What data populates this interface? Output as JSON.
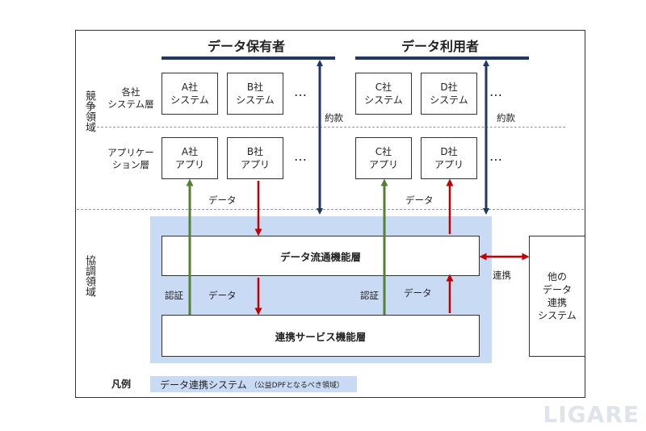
{
  "headings": {
    "holders": "データ保有者",
    "users": "データ利用者"
  },
  "domains": {
    "competitive": "競争領域",
    "cooperative": "協調領域"
  },
  "layers": {
    "system_layer": "各社\nシステム層",
    "app_layer": "アプリケー\nション層"
  },
  "systems": {
    "a": "A社\nシステム",
    "b": "B社\nシステム",
    "c": "C社\nシステム",
    "d": "D社\nシステム"
  },
  "apps": {
    "a": "A社\nアプリ",
    "b": "B社\nアプリ",
    "c": "C社\nアプリ",
    "d": "D社\nアプリ"
  },
  "ellipsis": "…",
  "labels": {
    "terms_left": "約款",
    "terms_right": "約款",
    "data_upper_left": "データ",
    "data_upper_right": "データ",
    "auth_left": "認証",
    "data_lower_left": "データ",
    "auth_right": "認証",
    "data_lower_right": "データ",
    "link": "連携"
  },
  "cooperation_layers": {
    "data_flow": "データ流通機能層",
    "link_service": "連携サービス機能層"
  },
  "other_system": "他の\nデータ\n連携\nシステム",
  "legend": {
    "title": "凡例",
    "item": "データ連携システム",
    "note": "（公益DPFとなるべき領域）"
  },
  "watermark": "LIGARE",
  "colors": {
    "navy": "#1f3864",
    "red": "#c00000",
    "green": "#548235",
    "coop_blue": "#c9daf4"
  }
}
